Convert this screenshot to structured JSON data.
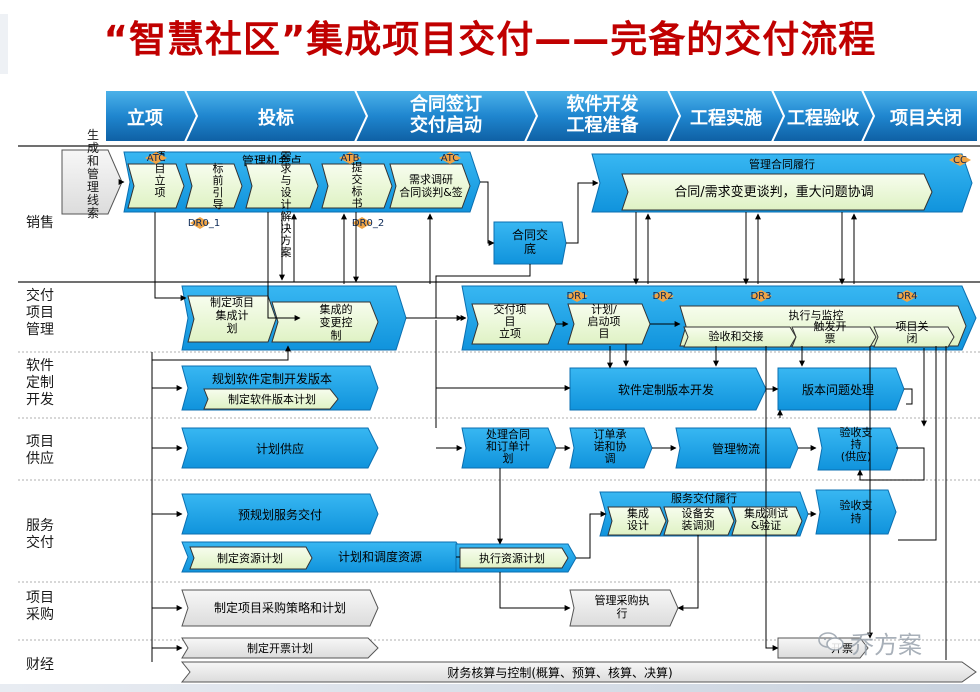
{
  "title": "“智慧社区”集成项目交付——完备的交付流程",
  "phases": [
    "立项",
    "投标",
    "合同签订\n交付启动",
    "软件开发\n工程准备",
    "工程实施",
    "工程验收",
    "项目关闭"
  ],
  "lanes": [
    "销售",
    "交付\n项目\n管理",
    "软件\n定制\n开发",
    "项目\n供应",
    "服务\n交付",
    "项目\n采购",
    "财经"
  ],
  "lead_box": "生\n成\n和\n管\n理\n线\n索",
  "sales": {
    "group_label": "管理机会点",
    "items": [
      "项目立项",
      "标前引导",
      "需求与设计解决方案",
      "提交标书",
      "需求调研\n合同谈判&签"
    ],
    "contract_handover": "合同交\n底",
    "contract_mgmt_title": "管理合同履行",
    "contract_mgmt_inner": "合同/需求变更谈判，重大问题协调"
  },
  "pm": {
    "planning": "制定项目\n集成计\n划",
    "change": "集成的\n变更控\n制",
    "kickoff": "交付项\n目\n立项",
    "plan_start": "计划/\n启动项\n目",
    "execute": "执行与监控",
    "accept": "验收和交接",
    "trigger": "触发开\n票",
    "close": "项目关\n闭"
  },
  "sw": {
    "plan_outer": "规划软件定制开发版本",
    "plan_inner": "制定软件版本计划",
    "develop": "软件定制版本开发",
    "issue": "版本问题处理"
  },
  "supply": {
    "plan": "计划供应",
    "order": "处理合同\n和订单计\n划",
    "commit": "订单承\n诺和协\n调",
    "logistics": "管理物流",
    "support": "验收支\n持\n(供应)"
  },
  "service": {
    "preplan": "预规划服务交付",
    "resource_plan": "制定资源计划",
    "schedule": "计划和调度资源",
    "execute_resource": "执行资源计划",
    "delivery_title": "服务交付履行",
    "design": "集成\n设计",
    "install": "设备安\n装调测",
    "test": "集成测试\n&验证",
    "support": "验收支\n持"
  },
  "procurement": {
    "strategy": "制定项目采购策略和计划",
    "execute": "管理采购执\n行"
  },
  "finance": {
    "invoice_plan": "制定开票计划",
    "invoice": "开票",
    "control": "财务核算与控制(概算、预算、核算、决算)"
  },
  "tags": {
    "atc": "ATC",
    "atb": "ATB",
    "atc2": "ATC",
    "cc": "CC",
    "dr0_1": "DR0_1",
    "dr0_2": "DR0_2",
    "dr1": "DR1",
    "dr2": "DR2",
    "dr3": "DR3",
    "dr4": "DR4"
  },
  "watermark": "乔方案",
  "colors": {
    "title": "#c00000",
    "phase_dark": "#1f78b4",
    "phase_light": "#3fa7e0",
    "process_blue": "#1aa3e8",
    "process_light": "#eaf7d6",
    "gray_box": "#e9e9e9",
    "diamond": "#f0a445"
  }
}
